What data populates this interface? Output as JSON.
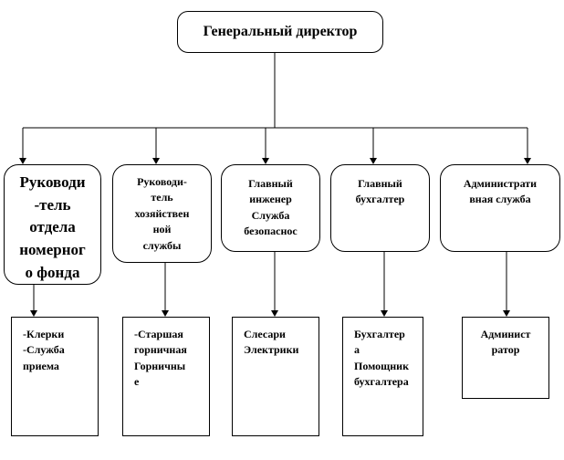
{
  "org_chart": {
    "root": {
      "label": "Генеральный директор"
    },
    "departments": [
      {
        "label": "Руководи\n-тель\nотдела\nномерног\nо фонда",
        "staff": "-Клерки\n-Служба\nприема"
      },
      {
        "label": "Руководи-\nтель\nхозяйствен\nной\nслужбы",
        "staff": "-Старшая\nгорничная\nГорничны\nе"
      },
      {
        "label": "Главный\nинженер\nСлужба\nбезопаснос",
        "staff": "Слесари\nЭлектрики"
      },
      {
        "label": "Главный\nбухгалтер",
        "staff": "Бухгалтер\nа\nПомощник\nбухгалтера"
      },
      {
        "label": "Администрати\nвная служба",
        "staff": "Админист\nратор"
      }
    ]
  },
  "colors": {
    "line": "#000000",
    "background": "#ffffff"
  }
}
